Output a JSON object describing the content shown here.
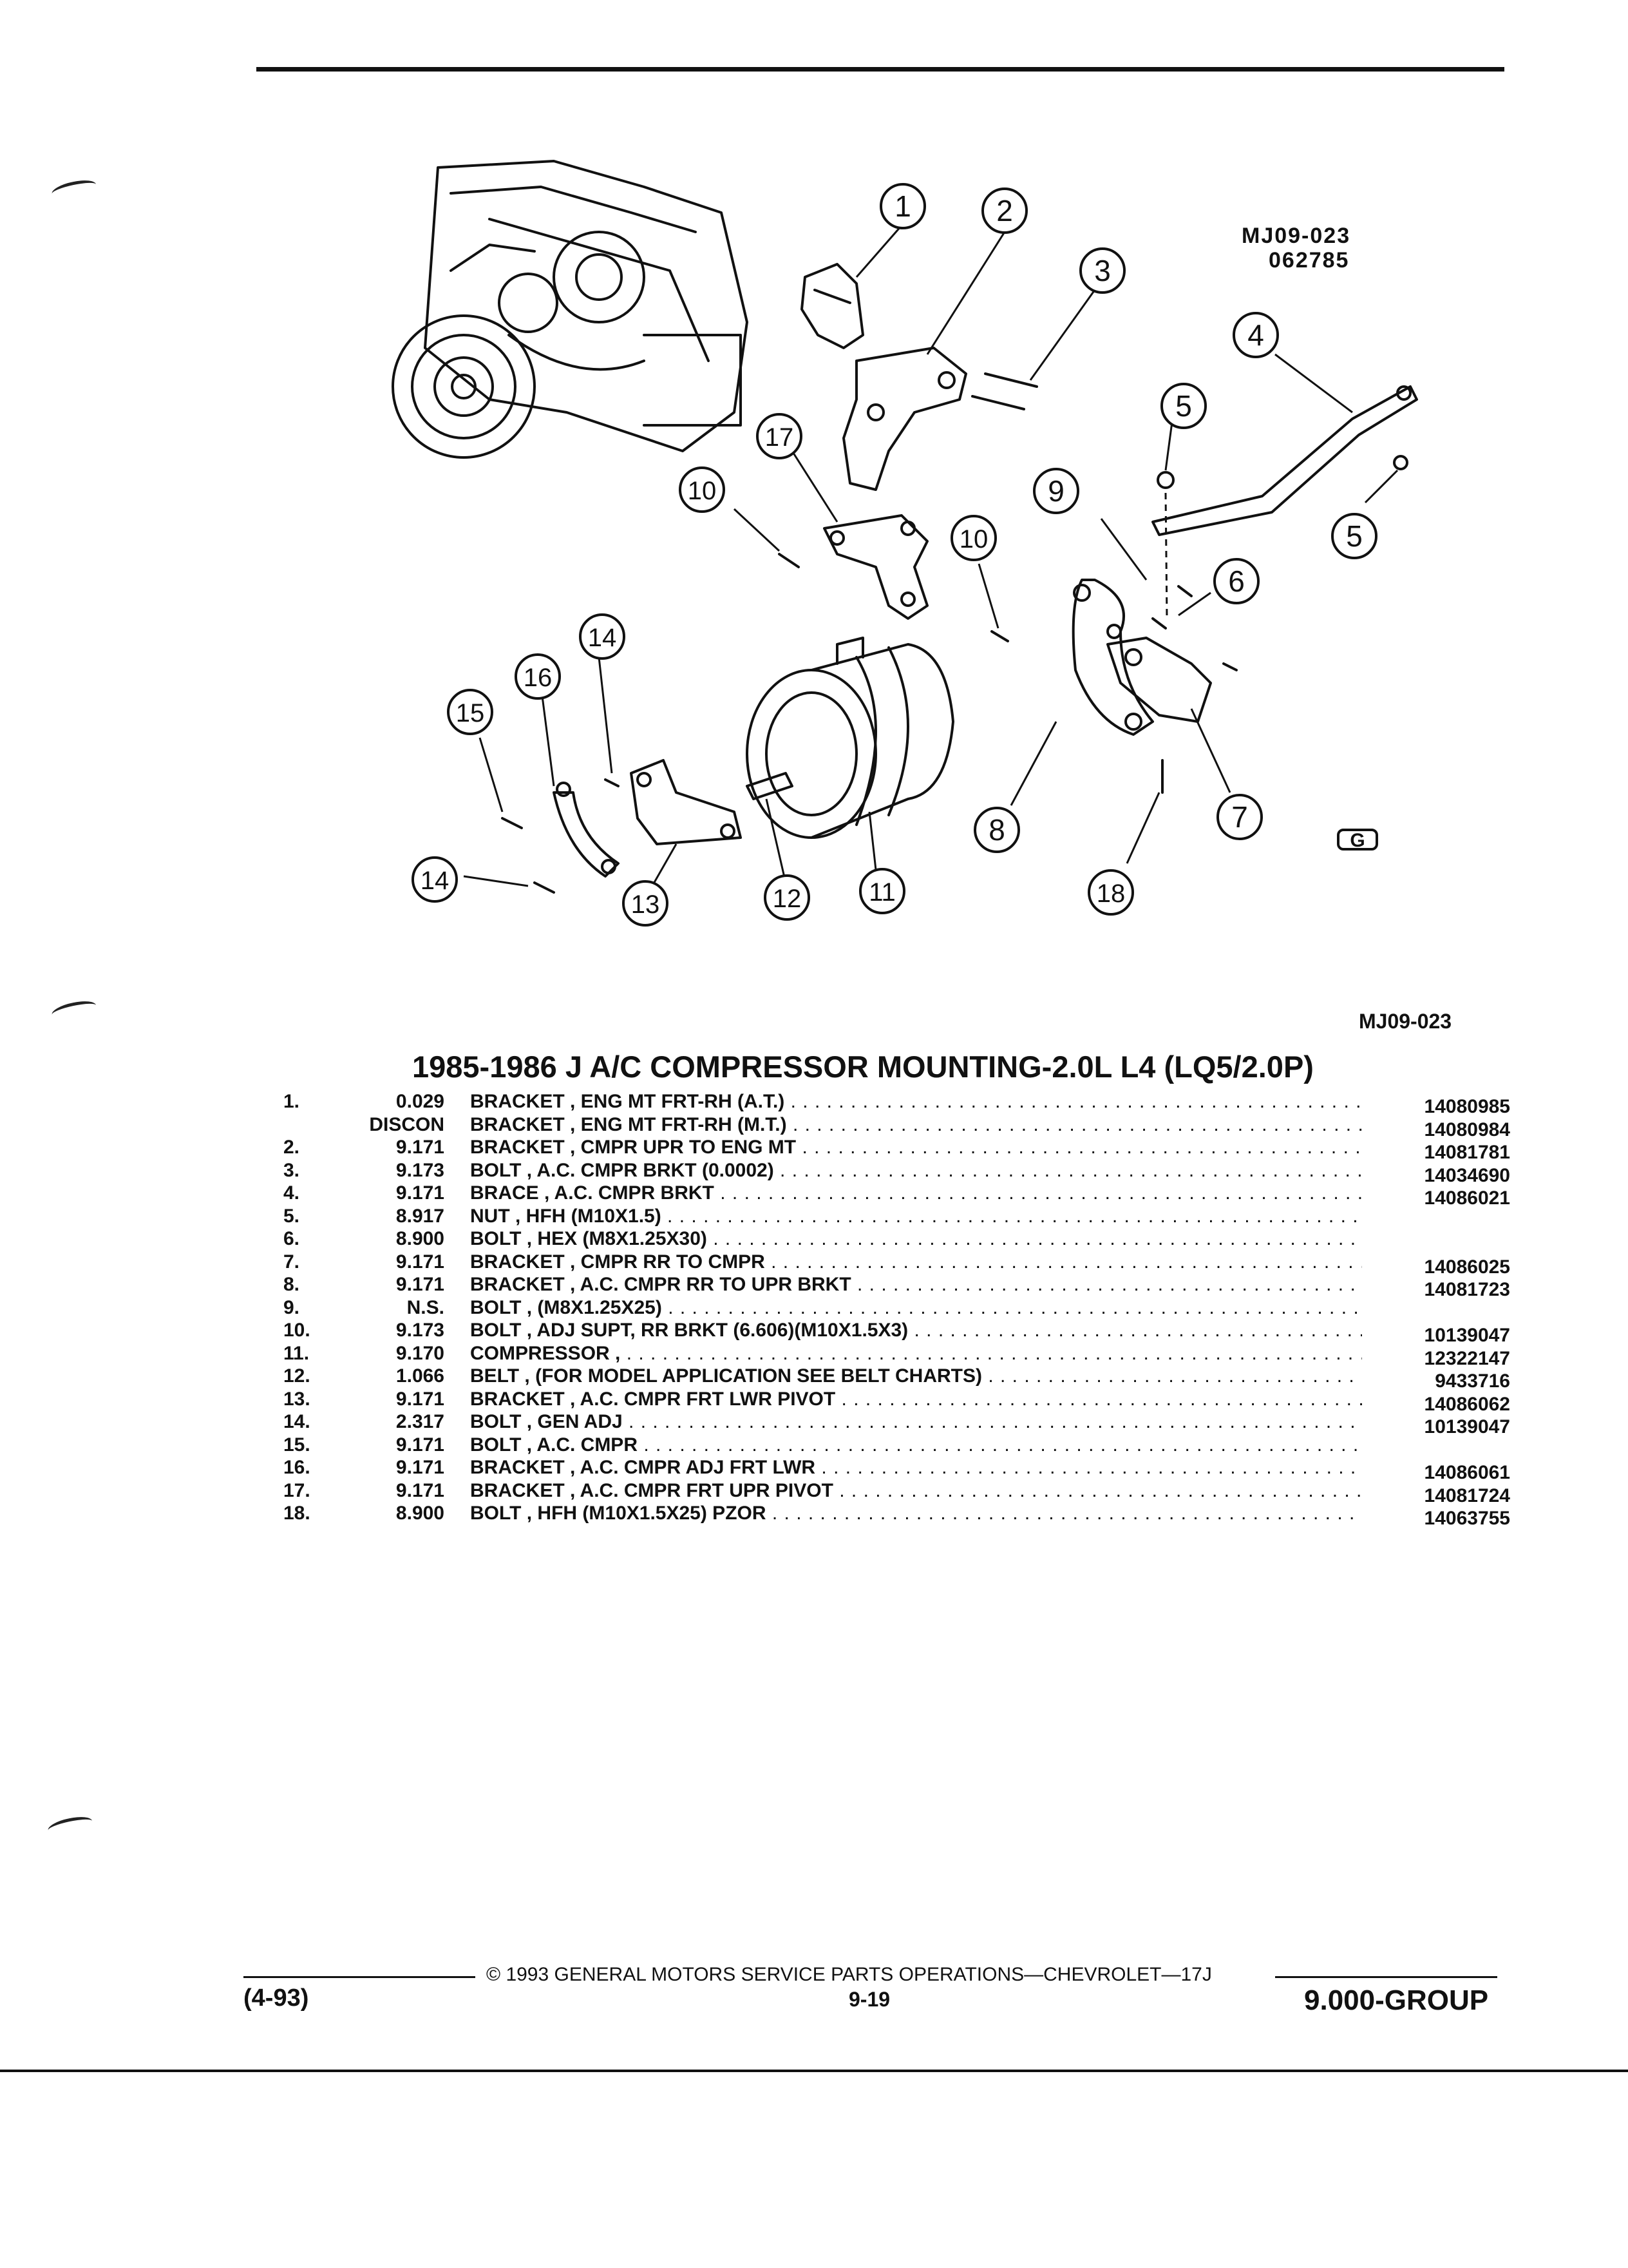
{
  "diagram": {
    "figure_id_line1": "MJ09-023",
    "figure_id_line2": "062785",
    "figure_ref": "MJ09-023",
    "corner_logo": "G",
    "callouts": [
      "1",
      "2",
      "3",
      "4",
      "5",
      "5",
      "6",
      "7",
      "8",
      "9",
      "10",
      "10",
      "11",
      "12",
      "13",
      "14",
      "14",
      "15",
      "16",
      "17",
      "18"
    ]
  },
  "title": "1985-1986 J A/C COMPRESSOR MOUNTING-2.0L L4 (LQ5/2.0P)",
  "parts": [
    {
      "num": "1.",
      "group": "0.029",
      "desc": "BRACKET , ENG MT FRT-RH (A.T.)",
      "pn": "14080985"
    },
    {
      "num": "",
      "group": "DISCON",
      "desc": "BRACKET , ENG MT FRT-RH (M.T.)",
      "pn": "14080984"
    },
    {
      "num": "2.",
      "group": "9.171",
      "desc": "BRACKET , CMPR UPR TO ENG MT",
      "pn": "14081781"
    },
    {
      "num": "3.",
      "group": "9.173",
      "desc": "BOLT , A.C. CMPR BRKT (0.0002)",
      "pn": "14034690"
    },
    {
      "num": "4.",
      "group": "9.171",
      "desc": "BRACE , A.C. CMPR BRKT",
      "pn": "14086021"
    },
    {
      "num": "5.",
      "group": "8.917",
      "desc": "NUT , HFH (M10X1.5)",
      "pn": ""
    },
    {
      "num": "6.",
      "group": "8.900",
      "desc": "BOLT , HEX (M8X1.25X30)",
      "pn": ""
    },
    {
      "num": "7.",
      "group": "9.171",
      "desc": "BRACKET , CMPR RR TO CMPR",
      "pn": "14086025"
    },
    {
      "num": "8.",
      "group": "9.171",
      "desc": "BRACKET , A.C. CMPR RR TO UPR BRKT",
      "pn": "14081723"
    },
    {
      "num": "9.",
      "group": "N.S.",
      "desc": "BOLT , (M8X1.25X25)",
      "pn": ""
    },
    {
      "num": "10.",
      "group": "9.173",
      "desc": "BOLT , ADJ SUPT, RR BRKT (6.606)(M10X1.5X3)",
      "pn": "10139047"
    },
    {
      "num": "11.",
      "group": "9.170",
      "desc": "COMPRESSOR ,",
      "pn": "12322147"
    },
    {
      "num": "12.",
      "group": "1.066",
      "desc": "BELT , (FOR MODEL APPLICATION SEE BELT CHARTS)",
      "pn": "9433716"
    },
    {
      "num": "13.",
      "group": "9.171",
      "desc": "BRACKET , A.C. CMPR FRT LWR PIVOT",
      "pn": "14086062"
    },
    {
      "num": "14.",
      "group": "2.317",
      "desc": "BOLT , GEN ADJ",
      "pn": "10139047"
    },
    {
      "num": "15.",
      "group": "9.171",
      "desc": "BOLT , A.C. CMPR",
      "pn": ""
    },
    {
      "num": "16.",
      "group": "9.171",
      "desc": "BRACKET , A.C. CMPR ADJ FRT LWR",
      "pn": "14086061"
    },
    {
      "num": "17.",
      "group": "9.171",
      "desc": "BRACKET , A.C. CMPR FRT UPR PIVOT",
      "pn": "14081724"
    },
    {
      "num": "18.",
      "group": "8.900",
      "desc": "BOLT , HFH (M10X1.5X25) PZOR",
      "pn": "14063755"
    }
  ],
  "footer": {
    "copyright": "© 1993 GENERAL MOTORS SERVICE PARTS OPERATIONS—CHEVROLET—17J",
    "date_code": "(4-93)",
    "page": "9-19",
    "group": "9.000-GROUP"
  }
}
